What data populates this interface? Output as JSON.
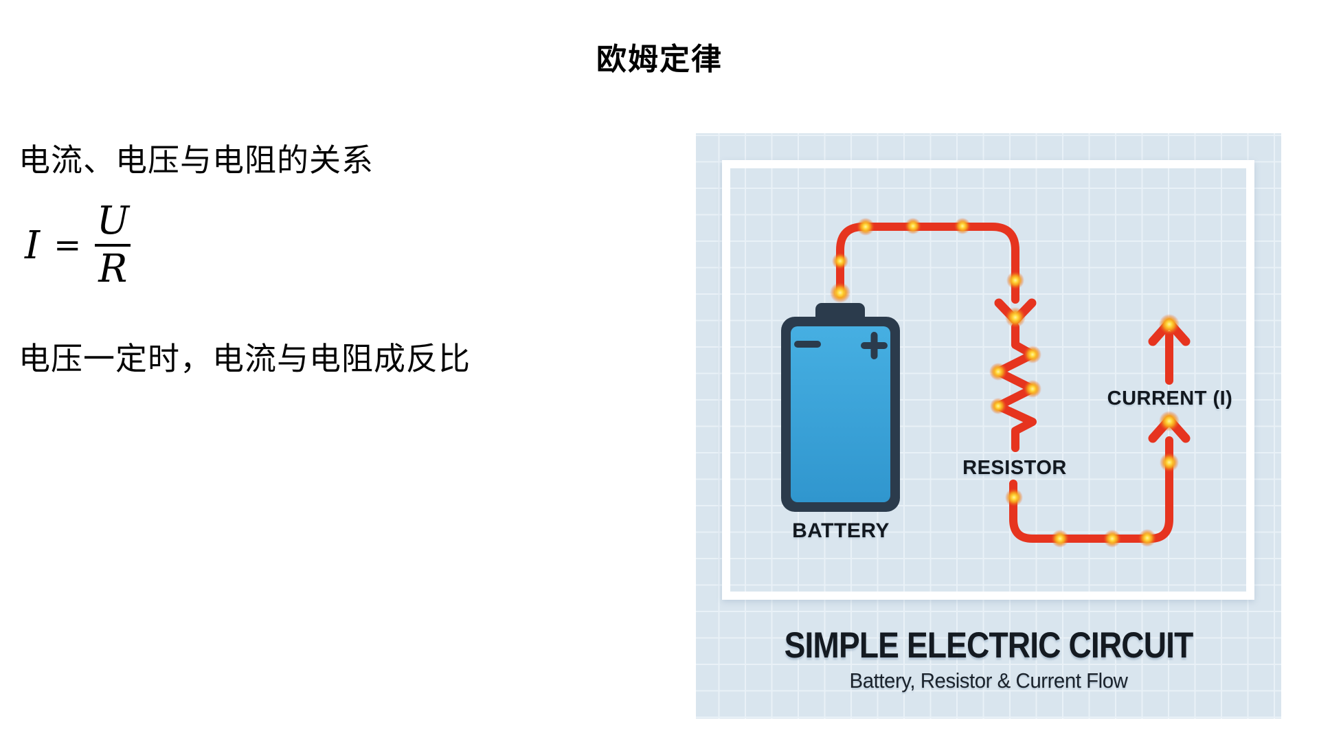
{
  "page": {
    "title": "欧姆定律",
    "intro_line": "电流、电压与电阻的关系",
    "conclusion_line": "电压一定时，电流与电阻成反比"
  },
  "formula": {
    "lhs": "I",
    "equals": "=",
    "numerator": "U",
    "denominator": "R"
  },
  "illustration": {
    "caption_title": "SIMPLE ELECTRIC CIRCUIT",
    "caption_subtitle": "Battery, Resistor & Current Flow",
    "labels": {
      "battery": "BATTERY",
      "resistor": "RESISTOR",
      "current": "CURRENT (I)"
    },
    "battery_terminal_signs": {
      "negative": "−",
      "positive": "+"
    },
    "colors": {
      "card_background": "#d9e5ee",
      "grid_line": "#e9f1f7",
      "frame": "#ffffff",
      "wire_red": "#e6341f",
      "glow_yellow": "#ffd93a",
      "glow_orange": "#f6a21c",
      "battery_navy": "#2b3b4c",
      "battery_blue": "#3aa6db",
      "label_text": "#12181f"
    }
  }
}
